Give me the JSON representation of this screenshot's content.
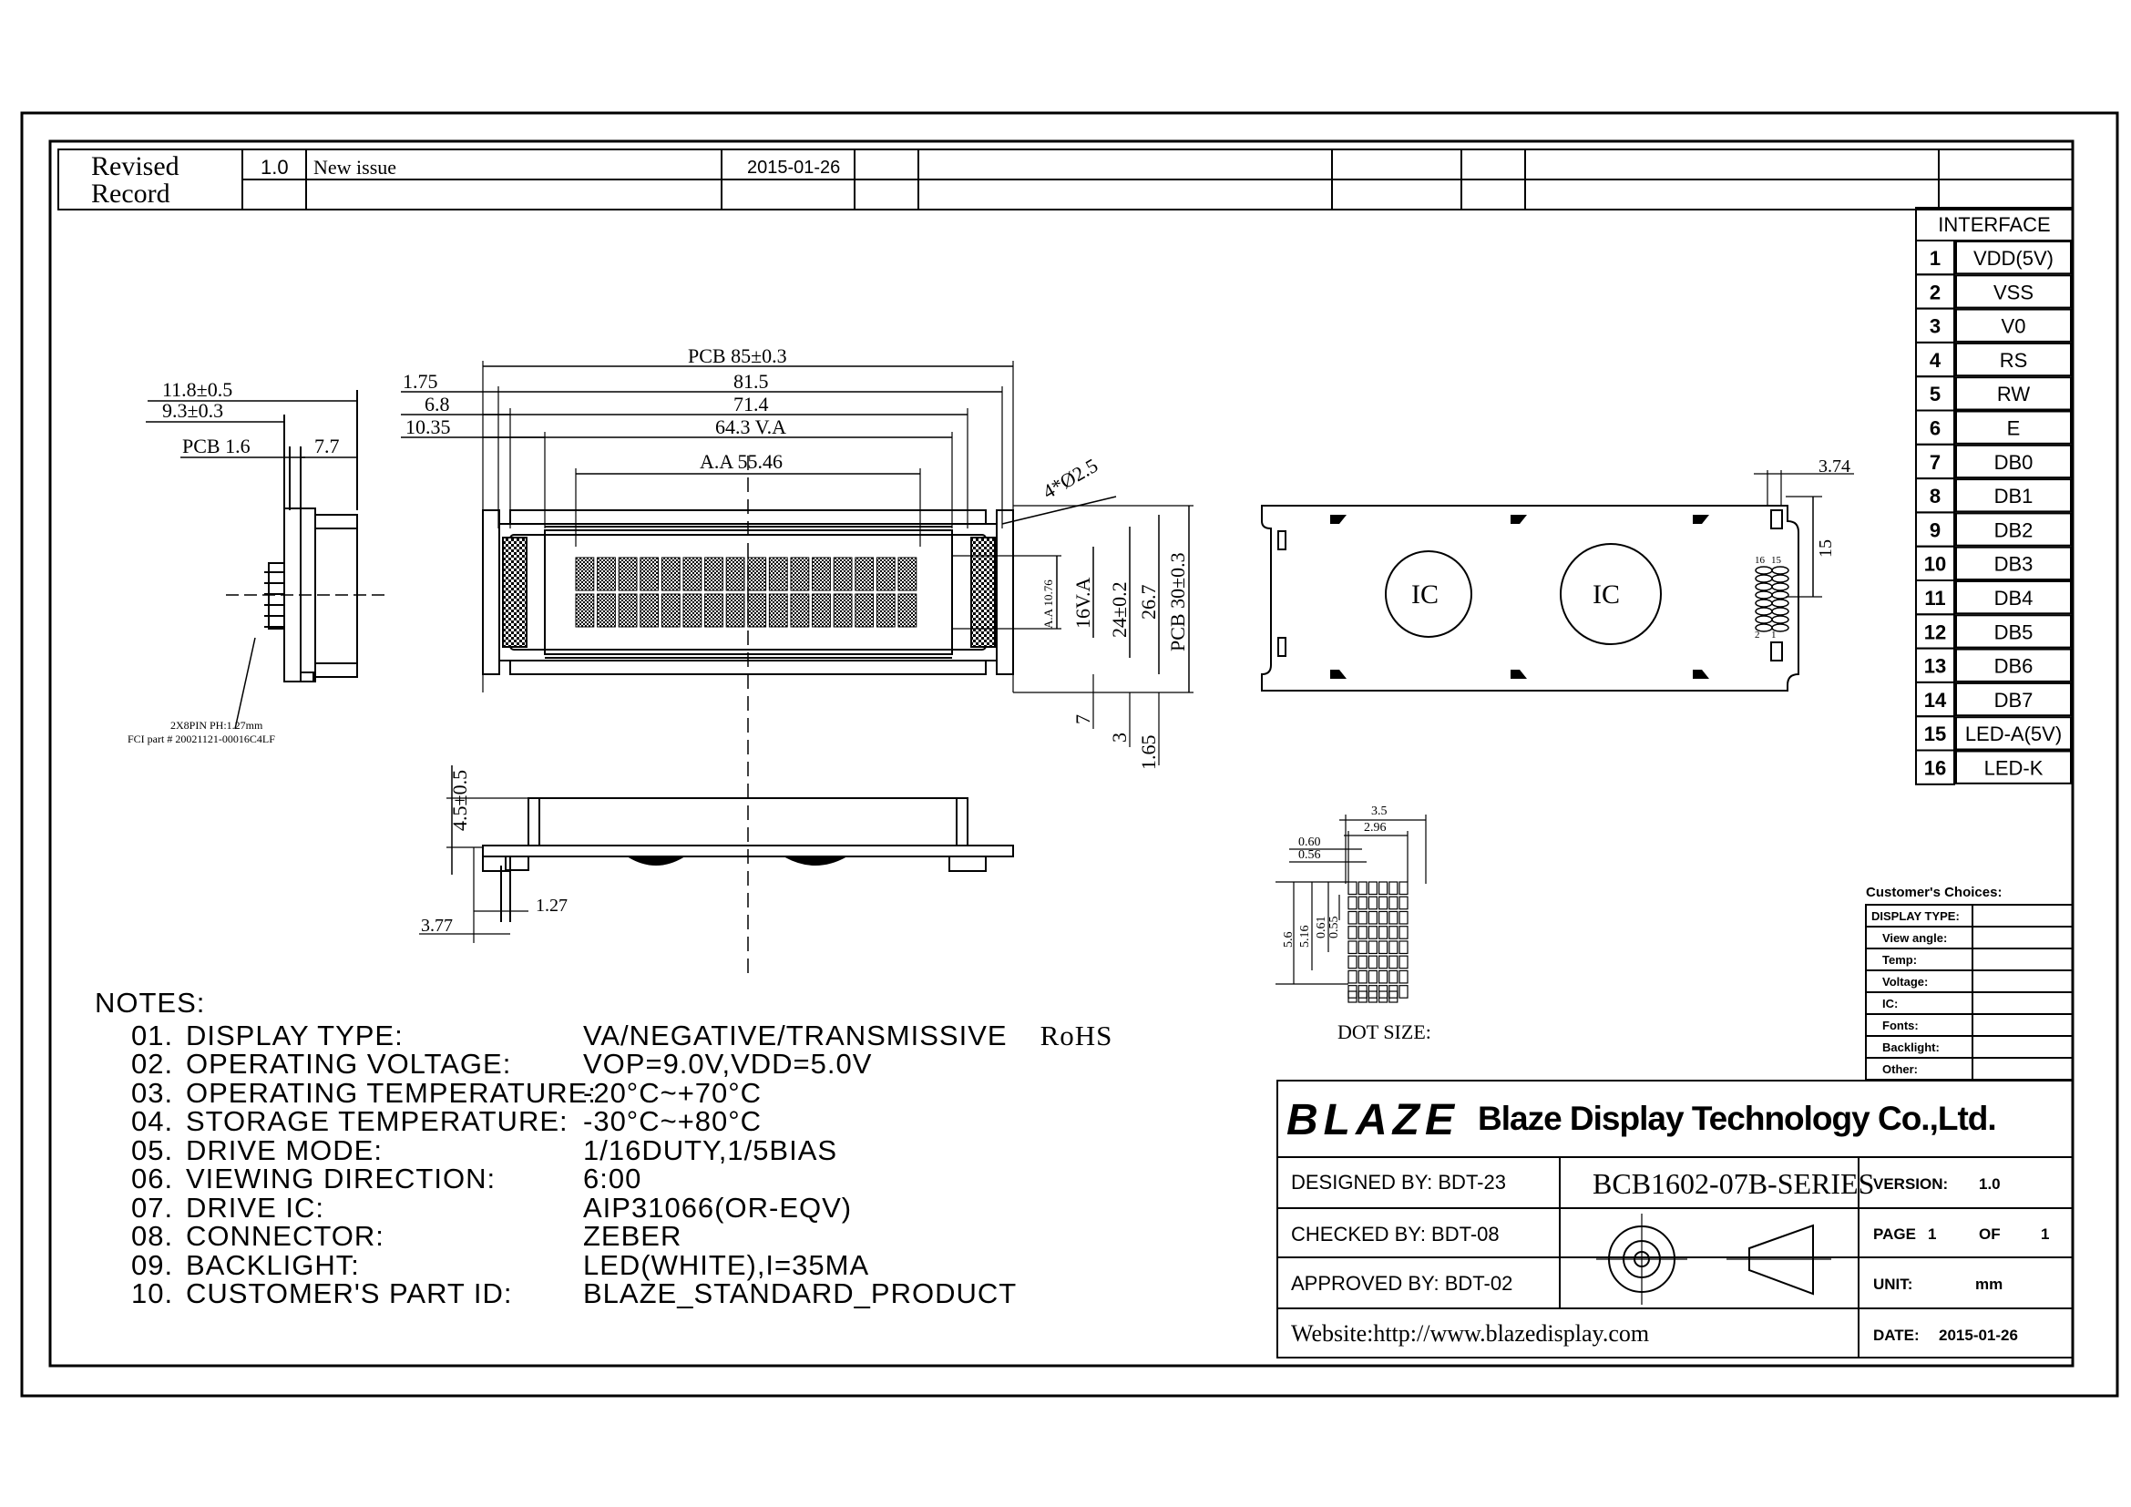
{
  "revision": {
    "label_line1": "Revised",
    "label_line2": "Record",
    "version": "1.0",
    "description": "New issue",
    "date": "2015-01-26"
  },
  "interface": {
    "title": "INTERFACE",
    "pins": [
      {
        "num": "1",
        "name": "VDD(5V)"
      },
      {
        "num": "2",
        "name": "VSS"
      },
      {
        "num": "3",
        "name": "V0"
      },
      {
        "num": "4",
        "name": "RS"
      },
      {
        "num": "5",
        "name": "RW"
      },
      {
        "num": "6",
        "name": "E"
      },
      {
        "num": "7",
        "name": "DB0"
      },
      {
        "num": "8",
        "name": "DB1"
      },
      {
        "num": "9",
        "name": "DB2"
      },
      {
        "num": "10",
        "name": "DB3"
      },
      {
        "num": "11",
        "name": "DB4"
      },
      {
        "num": "12",
        "name": "DB5"
      },
      {
        "num": "13",
        "name": "DB6"
      },
      {
        "num": "14",
        "name": "DB7"
      },
      {
        "num": "15",
        "name": "LED-A(5V)"
      },
      {
        "num": "16",
        "name": "LED-K"
      }
    ]
  },
  "dimensions": {
    "side": {
      "d1": "11.8±0.5",
      "d2": "9.3±0.3",
      "d3": "PCB 1.6",
      "d4": "7.7",
      "pin_note1": "2X8PIN  PH:1.27mm",
      "pin_note2": "FCI part # 20021121-00016C4LF"
    },
    "front": {
      "pcb_w": "PCB 85±0.3",
      "w1": "81.5",
      "w2": "71.4",
      "w3": "64.3 V.A",
      "w4": "A.A 55.46",
      "l1": "1.75",
      "l2": "6.8",
      "l3": "10.35",
      "hole": "4*Ø2.5",
      "h_aa": "A.A 10.76",
      "h_va": "16V.A",
      "h1": "24±0.2",
      "h2": "26.7",
      "h3": "PCB 30±0.3",
      "b1": "7",
      "b2": "3",
      "b3": "1.65"
    },
    "bottom": {
      "h": "4.5±0.5",
      "w1": "1.27",
      "w2": "3.77"
    },
    "back": {
      "d1": "3.74",
      "d2": "15",
      "ic1": "IC",
      "ic2": "IC",
      "pin16": "16",
      "pin15": "15",
      "pin2": "2",
      "pin1": "1"
    },
    "dot": {
      "w1": "3.5",
      "w2": "2.96",
      "a": "0.60",
      "b": "0.56",
      "h1": "5.6",
      "h2": "5.16",
      "h3": "0.61",
      "h4": "0.55",
      "label": "DOT SIZE:"
    }
  },
  "notes": {
    "title": "NOTES:",
    "items": [
      {
        "num": "01.",
        "label": "DISPLAY  TYPE:",
        "value": "VA/NEGATIVE/TRANSMISSIVE",
        "extra": "RoHS"
      },
      {
        "num": "02.",
        "label": "OPERATING  VOLTAGE:",
        "value": "VOP=9.0V,VDD=5.0V",
        "extra": ""
      },
      {
        "num": "03.",
        "label": "OPERATING  TEMPERATURE:",
        "value": "-20°C~+70°C",
        "extra": ""
      },
      {
        "num": "04.",
        "label": "STORAGE  TEMPERATURE:",
        "value": "-30°C~+80°C",
        "extra": ""
      },
      {
        "num": "05.",
        "label": "DRIVE  MODE:",
        "value": "1/16DUTY,1/5BIAS",
        "extra": ""
      },
      {
        "num": "06.",
        "label": "VIEWING  DIRECTION:",
        "value": "6:00",
        "extra": ""
      },
      {
        "num": "07.",
        "label": "DRIVE  IC:",
        "value": "AIP31066(OR-EQV)",
        "extra": ""
      },
      {
        "num": "08.",
        "label": "CONNECTOR:",
        "value": "ZEBER",
        "extra": ""
      },
      {
        "num": "09.",
        "label": "BACKLIGHT:",
        "value": "LED(WHITE),I=35MA",
        "extra": ""
      },
      {
        "num": "10.",
        "label": "CUSTOMER'S  PART  ID:",
        "value": "BLAZE_STANDARD_PRODUCT",
        "extra": ""
      }
    ]
  },
  "customer": {
    "title": "Customer's  Choices:",
    "rows": [
      "DISPLAY TYPE:",
      "View angle:",
      "Temp:",
      "Voltage:",
      "IC:",
      "Fonts:",
      "Backlight:",
      "Other:"
    ]
  },
  "title_block": {
    "logo": "BLAZE",
    "company": "Blaze Display Technology Co.,Ltd.",
    "designed": "DESIGNED  BY:  BDT-23",
    "checked": "CHECKED  BY:  BDT-08",
    "approved": "APPROVED  BY: BDT-02",
    "part": "BCB1602-07B-SERIES",
    "version_label": "VERSION:",
    "version": "1.0",
    "page_label": "PAGE",
    "page": "1",
    "of_label": "OF",
    "of": "1",
    "unit_label": "UNIT:",
    "unit": "mm",
    "date_label": "DATE:",
    "date": "2015-01-26",
    "website": "Website:http://www.blazedisplay.com"
  }
}
